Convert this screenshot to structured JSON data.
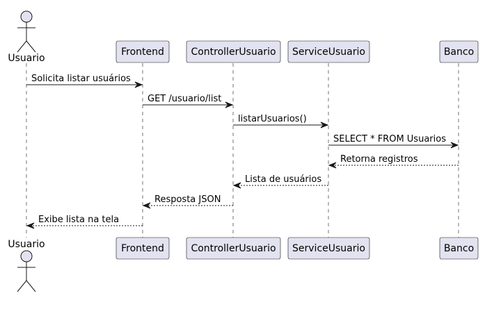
{
  "diagram": {
    "type": "sequence",
    "colors": {
      "participant_fill": "#E2E2F0",
      "participant_stroke": "#181818",
      "lifeline": "#181818",
      "arrow": "#181818",
      "background": "#FFFFFF"
    },
    "participants": [
      {
        "id": "usuario",
        "label": "Usuario",
        "kind": "actor"
      },
      {
        "id": "frontend",
        "label": "Frontend",
        "kind": "box"
      },
      {
        "id": "controller",
        "label": "ControllerUsuario",
        "kind": "box"
      },
      {
        "id": "service",
        "label": "ServiceUsuario",
        "kind": "box"
      },
      {
        "id": "banco",
        "label": "Banco",
        "kind": "box"
      }
    ],
    "messages": [
      {
        "from": "usuario",
        "to": "frontend",
        "label": "Solicita listar usuários",
        "style": "solid"
      },
      {
        "from": "frontend",
        "to": "controller",
        "label": "GET /usuario/list",
        "style": "solid"
      },
      {
        "from": "controller",
        "to": "service",
        "label": "listarUsuarios()",
        "style": "solid"
      },
      {
        "from": "service",
        "to": "banco",
        "label": "SELECT * FROM Usuarios",
        "style": "solid"
      },
      {
        "from": "banco",
        "to": "service",
        "label": "Retorna registros",
        "style": "dashed"
      },
      {
        "from": "service",
        "to": "controller",
        "label": "Lista de usuários",
        "style": "dashed"
      },
      {
        "from": "controller",
        "to": "frontend",
        "label": "Resposta JSON",
        "style": "dashed"
      },
      {
        "from": "frontend",
        "to": "usuario",
        "label": "Exibe lista na tela",
        "style": "dashed"
      }
    ]
  }
}
